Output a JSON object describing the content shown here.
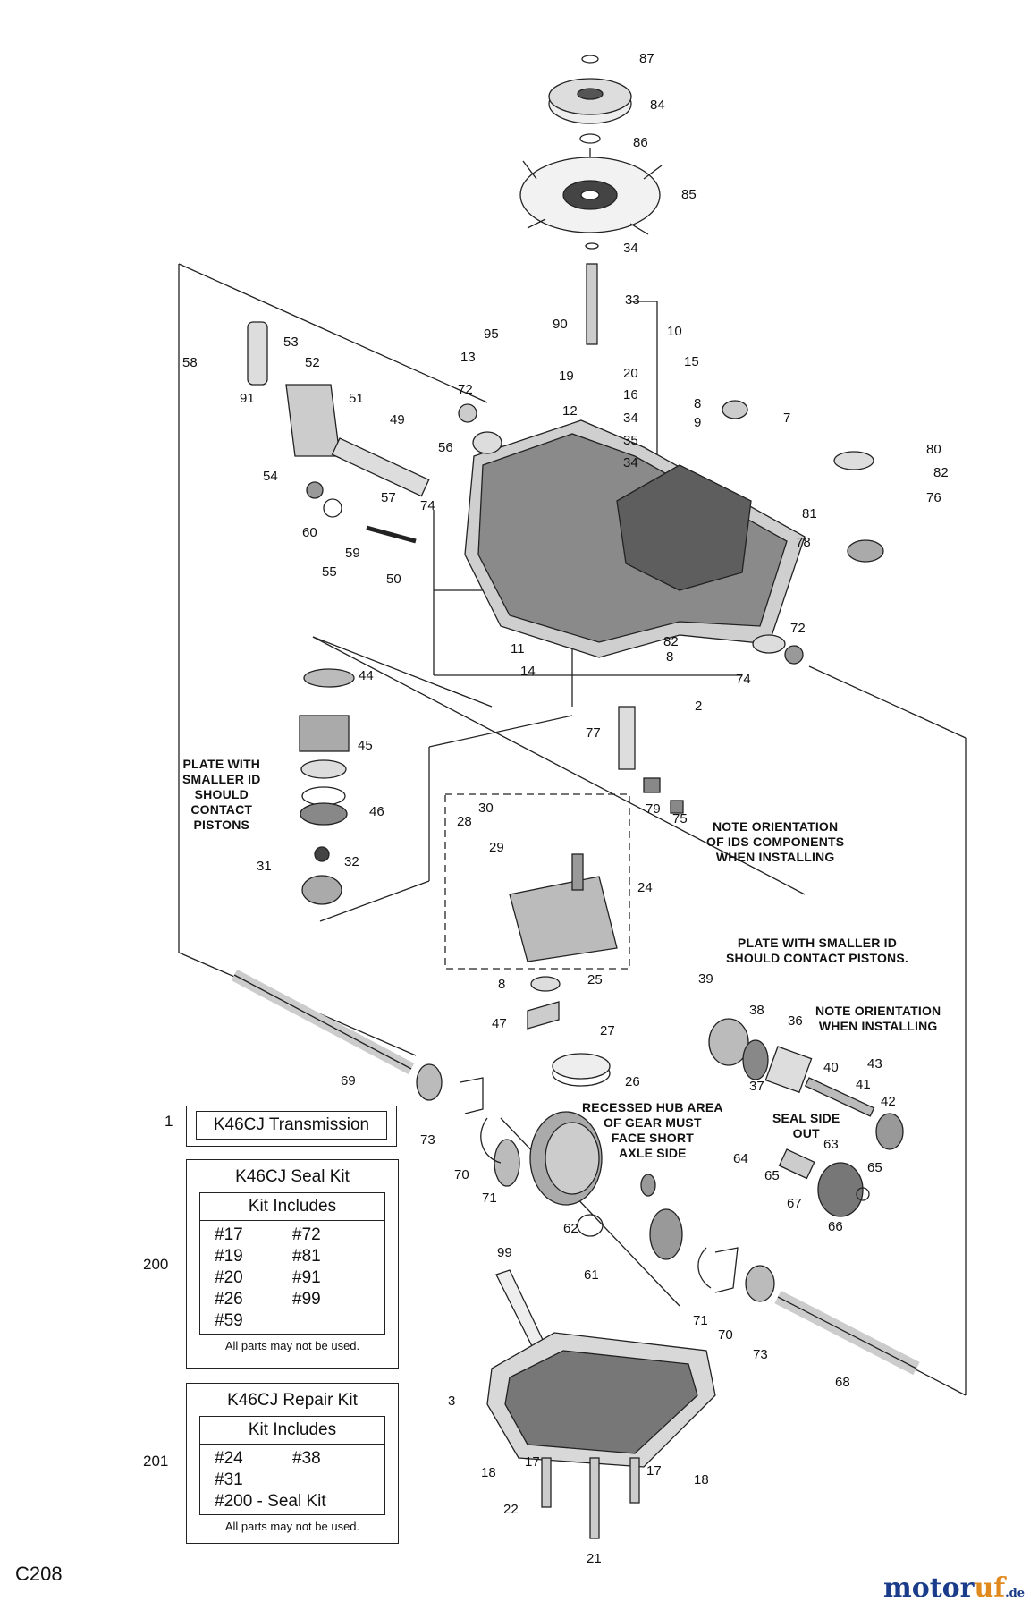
{
  "figure_id": "C208",
  "brand": {
    "part1": "motor",
    "part2": "uf",
    "suffix": ".de"
  },
  "callouts": {
    "n1": "1",
    "n2": "2",
    "n3": "3",
    "n7": "7",
    "n8a": "8",
    "n8b": "8",
    "n8c": "8",
    "n9": "9",
    "n10": "10",
    "n11": "11",
    "n12": "12",
    "n13": "13",
    "n14": "14",
    "n15": "15",
    "n16": "16",
    "n17a": "17",
    "n17b": "17",
    "n18a": "18",
    "n18b": "18",
    "n19": "19",
    "n20": "20",
    "n21": "21",
    "n22": "22",
    "n24": "24",
    "n25": "25",
    "n26": "26",
    "n27": "27",
    "n28": "28",
    "n29": "29",
    "n30": "30",
    "n31": "31",
    "n32": "32",
    "n33": "33",
    "n34a": "34",
    "n34b": "34",
    "n34c": "34",
    "n35": "35",
    "n36": "36",
    "n37": "37",
    "n38": "38",
    "n39": "39",
    "n40": "40",
    "n41": "41",
    "n42": "42",
    "n43": "43",
    "n44": "44",
    "n45": "45",
    "n46": "46",
    "n47": "47",
    "n49": "49",
    "n50": "50",
    "n51": "51",
    "n52": "52",
    "n53": "53",
    "n54": "54",
    "n55": "55",
    "n56": "56",
    "n57": "57",
    "n58": "58",
    "n59": "59",
    "n60": "60",
    "n61": "61",
    "n62": "62",
    "n63": "63",
    "n64": "64",
    "n65a": "65",
    "n65b": "65",
    "n66": "66",
    "n67": "67",
    "n68": "68",
    "n69": "69",
    "n70a": "70",
    "n70b": "70",
    "n71a": "71",
    "n71b": "71",
    "n72a": "72",
    "n72b": "72",
    "n73a": "73",
    "n73b": "73",
    "n74a": "74",
    "n74b": "74",
    "n75": "75",
    "n76": "76",
    "n77": "77",
    "n78": "78",
    "n79": "79",
    "n80": "80",
    "n81": "81",
    "n82a": "82",
    "n82b": "82",
    "n84": "84",
    "n85": "85",
    "n86": "86",
    "n87": "87",
    "n90": "90",
    "n91": "91",
    "n95": "95",
    "n99": "99",
    "n200": "200",
    "n201": "201"
  },
  "notes": {
    "plate_left": [
      "PLATE WITH",
      "SMALLER ID",
      "SHOULD",
      "CONTACT",
      "PISTONS"
    ],
    "ids_orientation": [
      "NOTE ORIENTATION",
      "OF IDS COMPONENTS",
      "WHEN INSTALLING"
    ],
    "plate_right": [
      "PLATE WITH SMALLER ID",
      "SHOULD CONTACT PISTONS."
    ],
    "orientation_right": [
      "NOTE ORIENTATION",
      "WHEN INSTALLING"
    ],
    "recessed_hub": [
      "RECESSED HUB AREA",
      "OF GEAR MUST",
      "FACE SHORT",
      "AXLE SIDE"
    ],
    "seal_side": [
      "SEAL SIDE",
      "OUT"
    ]
  },
  "transmission_box": {
    "number": "1",
    "label": "K46CJ Transmission"
  },
  "seal_kit": {
    "number": "200",
    "title": "K46CJ Seal Kit",
    "includes_label": "Kit Includes",
    "items": [
      "#17",
      "#72",
      "#19",
      "#81",
      "#20",
      "#91",
      "#26",
      "#99",
      "#59",
      ""
    ],
    "footer": "All parts may not be used."
  },
  "repair_kit": {
    "number": "201",
    "title": "K46CJ Repair Kit",
    "includes_label": "Kit Includes",
    "items": [
      "#24",
      "#38",
      "#31",
      "",
      "#200 - Seal Kit",
      ""
    ],
    "footer": "All parts may not be used."
  }
}
